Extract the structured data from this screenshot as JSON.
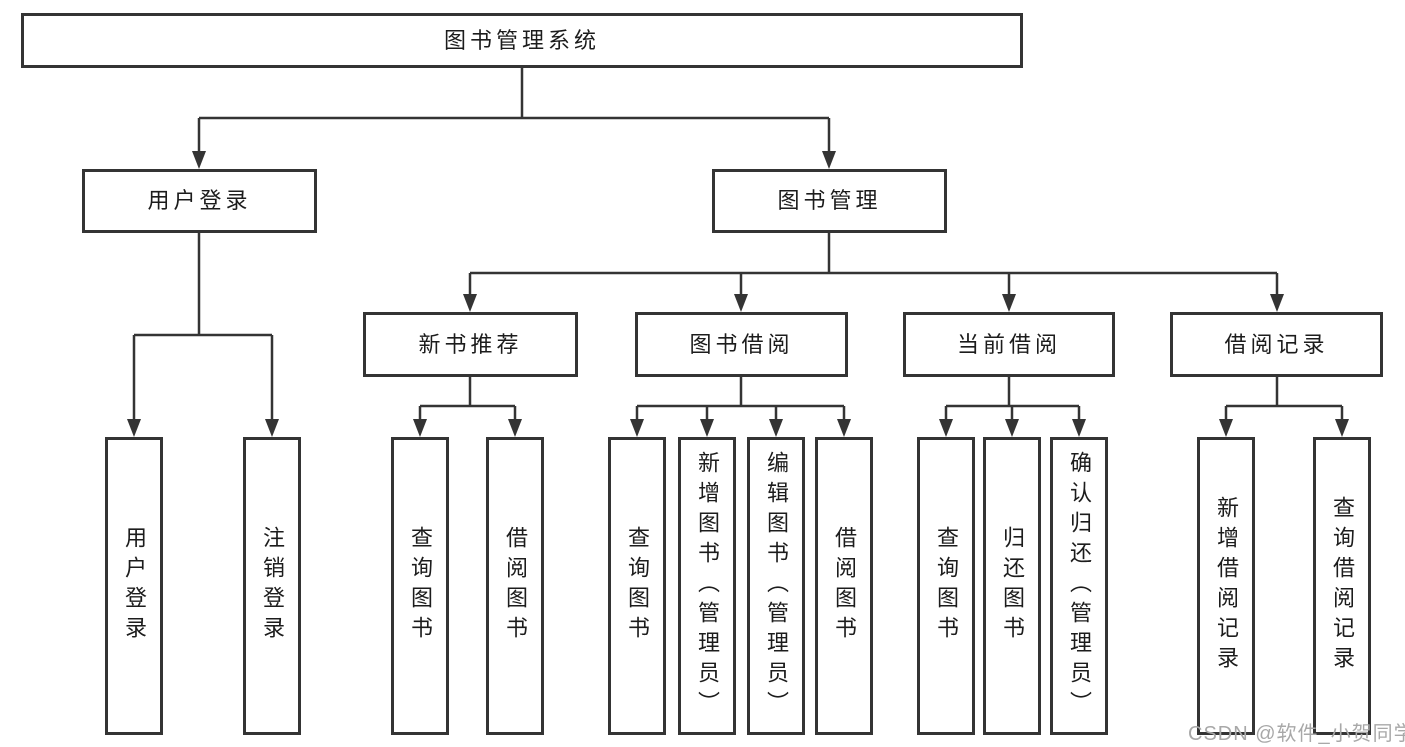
{
  "title": "图书管理系统",
  "branches": {
    "user_login": {
      "label": "用户登录",
      "children": {
        "login": "用户登录",
        "logout": "注销登录"
      }
    },
    "book_management": {
      "label": "图书管理",
      "groups": {
        "new_books": {
          "label": "新书推荐",
          "children": {
            "query": "查询图书",
            "borrow": "借阅图书"
          }
        },
        "book_borrow": {
          "label": "图书借阅",
          "children": {
            "query": "查询图书",
            "add": "新增图书（管理员）",
            "edit": "编辑图书（管理员）",
            "borrow": "借阅图书"
          }
        },
        "current_borrow": {
          "label": "当前借阅",
          "children": {
            "query": "查询图书",
            "return": "归还图书",
            "confirm": "确认归还（管理员）"
          }
        },
        "borrow_records": {
          "label": "借阅记录",
          "children": {
            "add": "新增借阅记录",
            "query": "查询借阅记录"
          }
        }
      }
    }
  },
  "watermark": "CSDN @软件_小贺同学",
  "colors": {
    "line": "#343434",
    "text": "#1c1c1c",
    "watermark": "#a8a8a8",
    "background": "#ffffff"
  }
}
